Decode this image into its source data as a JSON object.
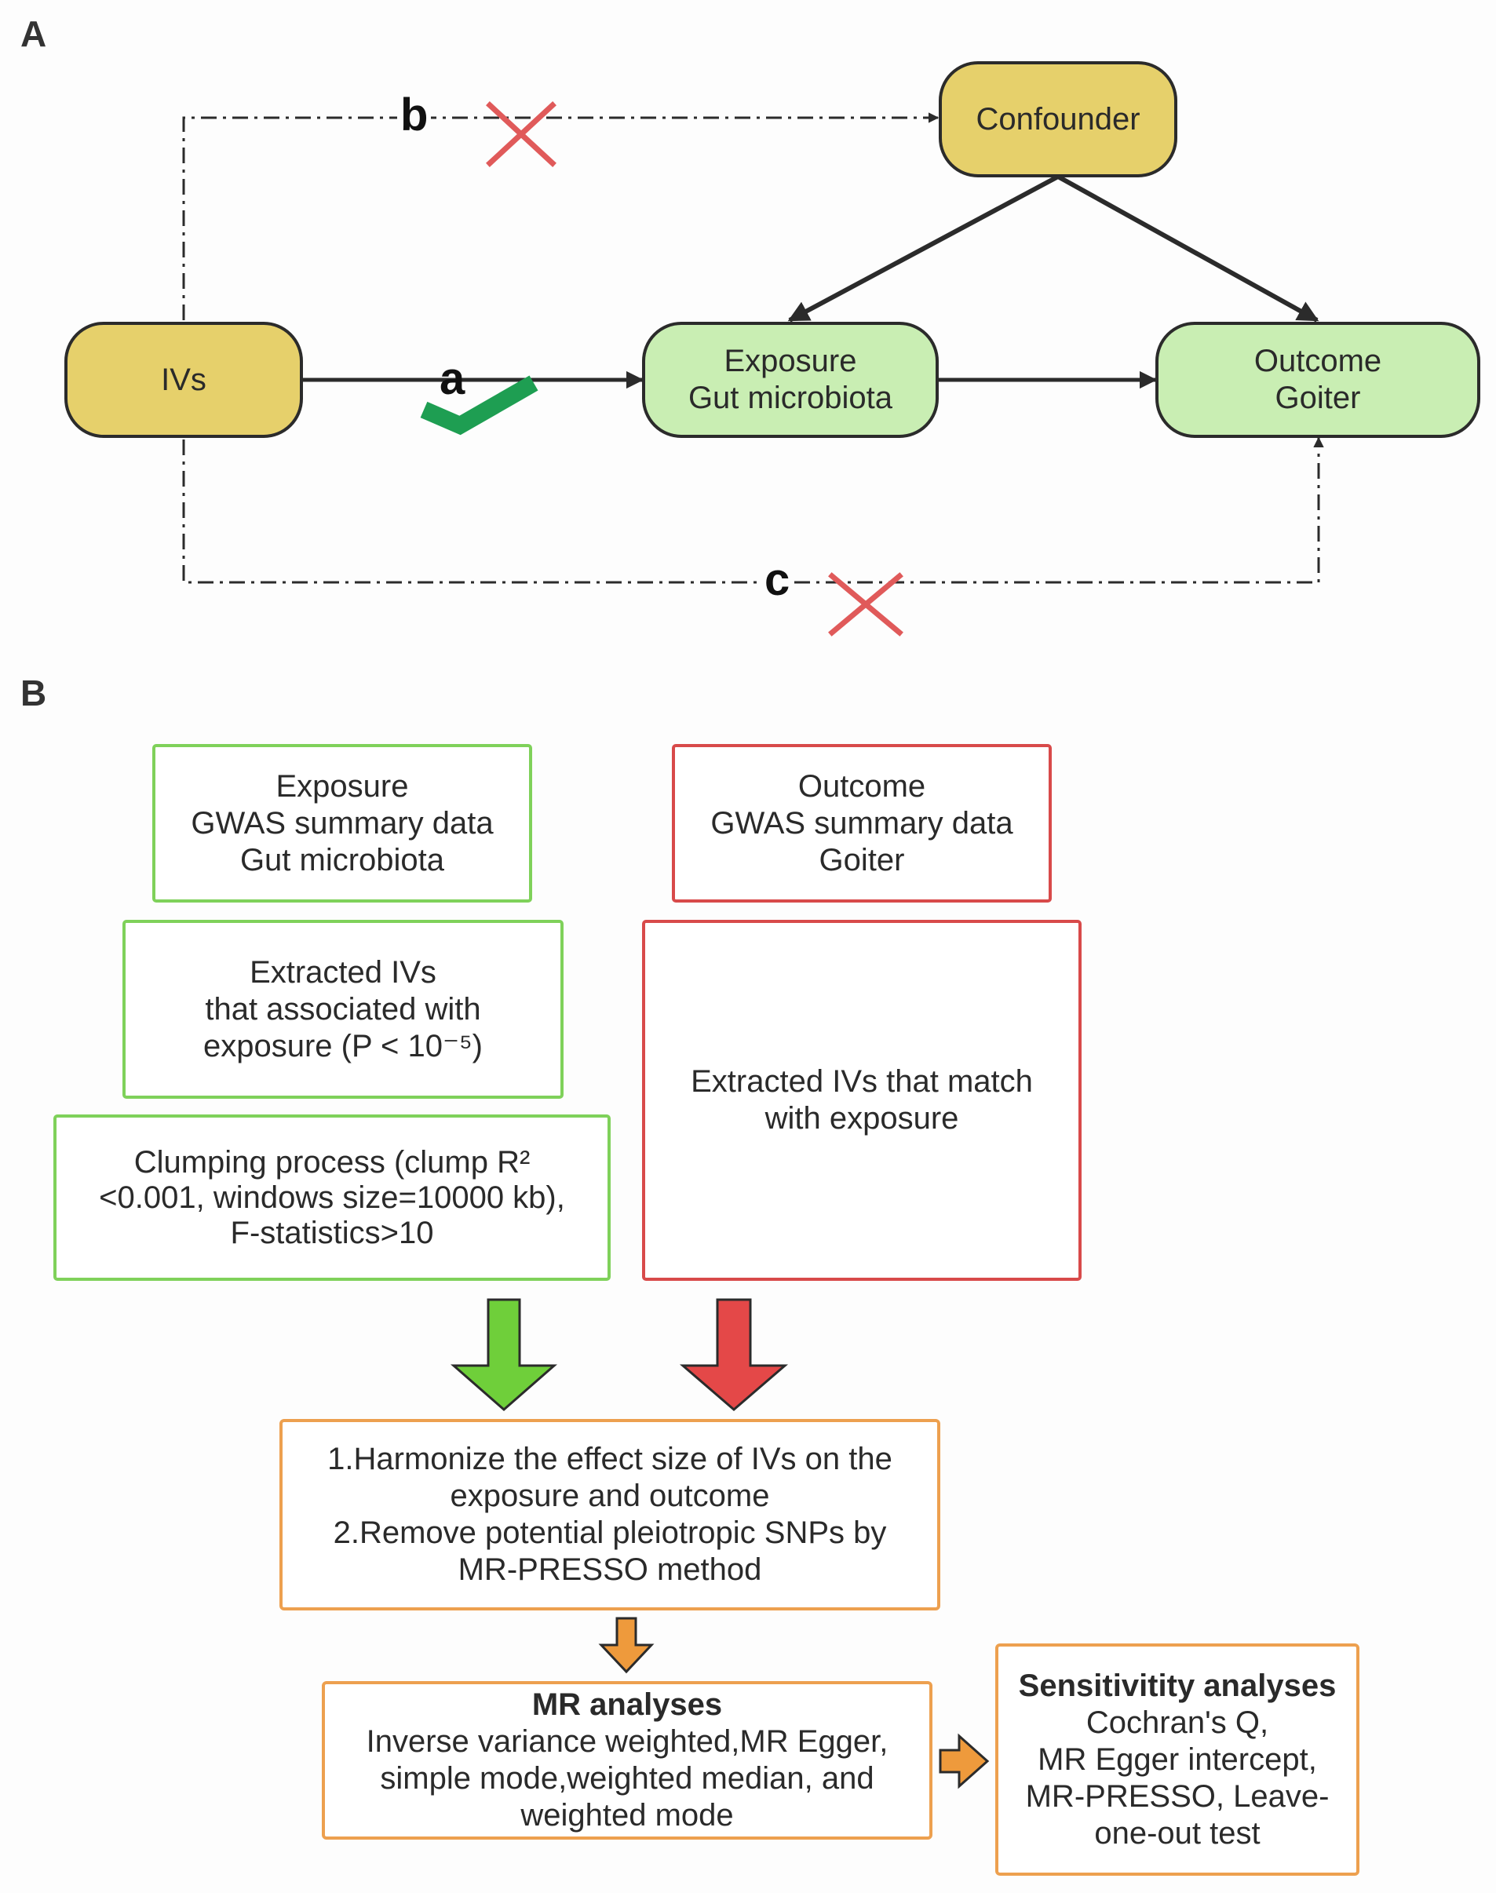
{
  "panel_a": {
    "letter": "A",
    "nodes": {
      "ivs": "IVs",
      "confounder": "Confounder",
      "exposure": [
        "Exposure",
        "Gut microbiota"
      ],
      "outcome": [
        "Outcome",
        "Goiter"
      ]
    },
    "paths": {
      "a": {
        "label": "a",
        "marker": "check-icon"
      },
      "b": {
        "label": "b",
        "marker": "cross-icon"
      },
      "c": {
        "label": "c",
        "marker": "cross-icon"
      }
    },
    "colors": {
      "node_yellow": "#e6d06b",
      "node_green": "#c9eeb3",
      "check": "#1e9e52",
      "cross": "#e05a5a"
    }
  },
  "panel_b": {
    "letter": "B",
    "exposure_box": [
      "Exposure",
      "GWAS summary data",
      "Gut microbiota"
    ],
    "outcome_box": [
      "Outcome",
      "GWAS summary data",
      "Goiter"
    ],
    "extract_exposure_box": [
      "Extracted IVs",
      "that associated with",
      "exposure (P < 10⁻⁵)"
    ],
    "extract_outcome_box": [
      "Extracted IVs that match",
      "with exposure"
    ],
    "clumping_box": [
      "Clumping process (clump R²",
      "<0.001, windows size=10000 kb),",
      "F-statistics>10"
    ],
    "harmonize_box": [
      "1.Harmonize the effect size of IVs on the",
      "exposure and outcome",
      "2.Remove potential pleiotropic SNPs by",
      "MR-PRESSO method"
    ],
    "mr_box": {
      "title": "MR analyses",
      "lines": [
        "Inverse variance weighted,MR Egger,",
        "simple mode,weighted median, and",
        "weighted mode"
      ]
    },
    "sensitivity_box": {
      "title": "Sensitivitity analyses",
      "lines": [
        "Cochran's Q,",
        "MR Egger intercept,",
        "MR-PRESSO, Leave-",
        "one-out test"
      ]
    },
    "colors": {
      "green": "#7fd15a",
      "red": "#d84a4a",
      "orange": "#eda04f",
      "arrow_green": "#6fcf3a",
      "arrow_red": "#e44848",
      "arrow_orange": "#ee9a3c"
    }
  }
}
